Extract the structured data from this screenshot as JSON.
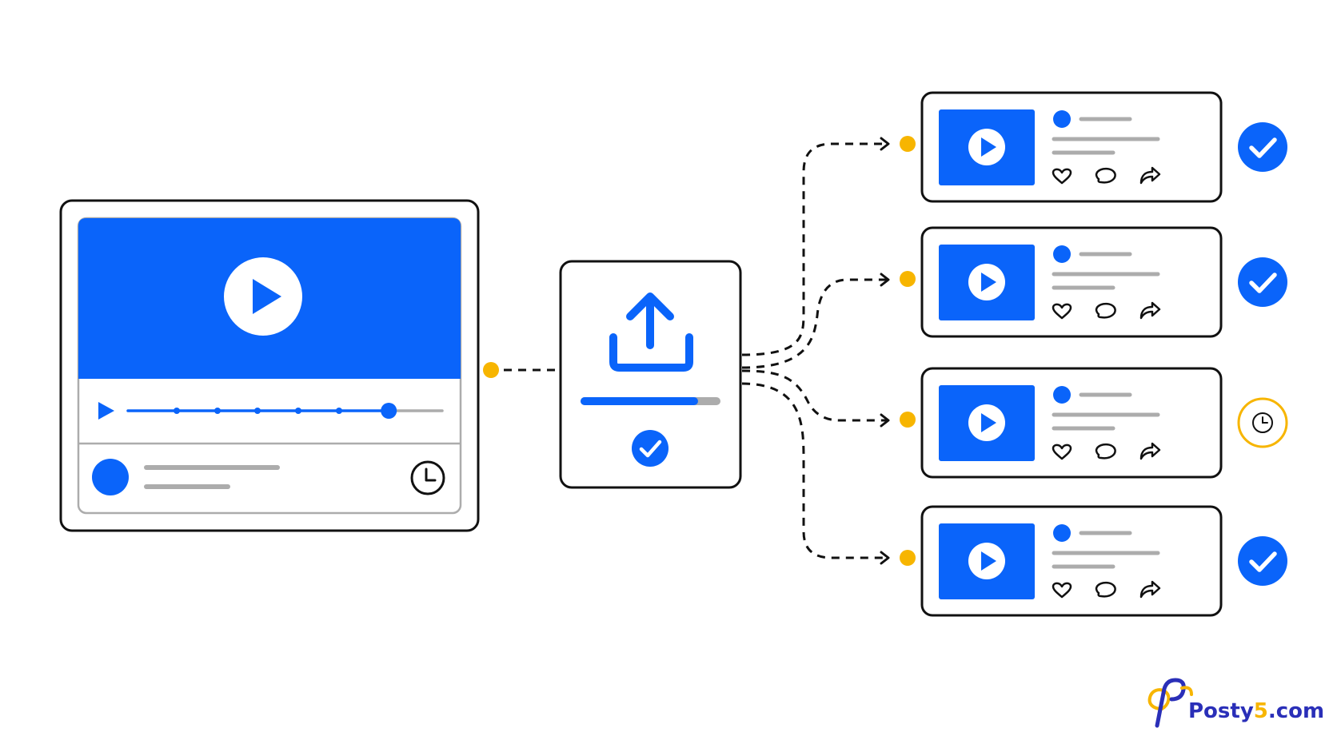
{
  "colors": {
    "accent": "#0A64FA",
    "connector_dot": "#F7B500",
    "pending": "#F7B500",
    "outline": "#111111",
    "skeleton": "#ACACAC",
    "brand_dark": "#2A2FB8",
    "brand_yellow": "#F7B500"
  },
  "source_video": {
    "icons": [
      "play-icon",
      "clock-icon"
    ],
    "progress_fraction": 0.83
  },
  "upload_card": {
    "icon": "upload-icon",
    "progress_fraction": 0.83,
    "status": "done"
  },
  "destinations": [
    {
      "status": "done",
      "status_icon": "check-icon"
    },
    {
      "status": "done",
      "status_icon": "check-icon"
    },
    {
      "status": "pending",
      "status_icon": "clock-icon"
    },
    {
      "status": "done",
      "status_icon": "check-icon"
    }
  ],
  "post_actions": [
    "heart-icon",
    "comment-icon",
    "share-icon"
  ],
  "brand": {
    "prefix": "Posty",
    "number": "5",
    "suffix": ".com"
  }
}
